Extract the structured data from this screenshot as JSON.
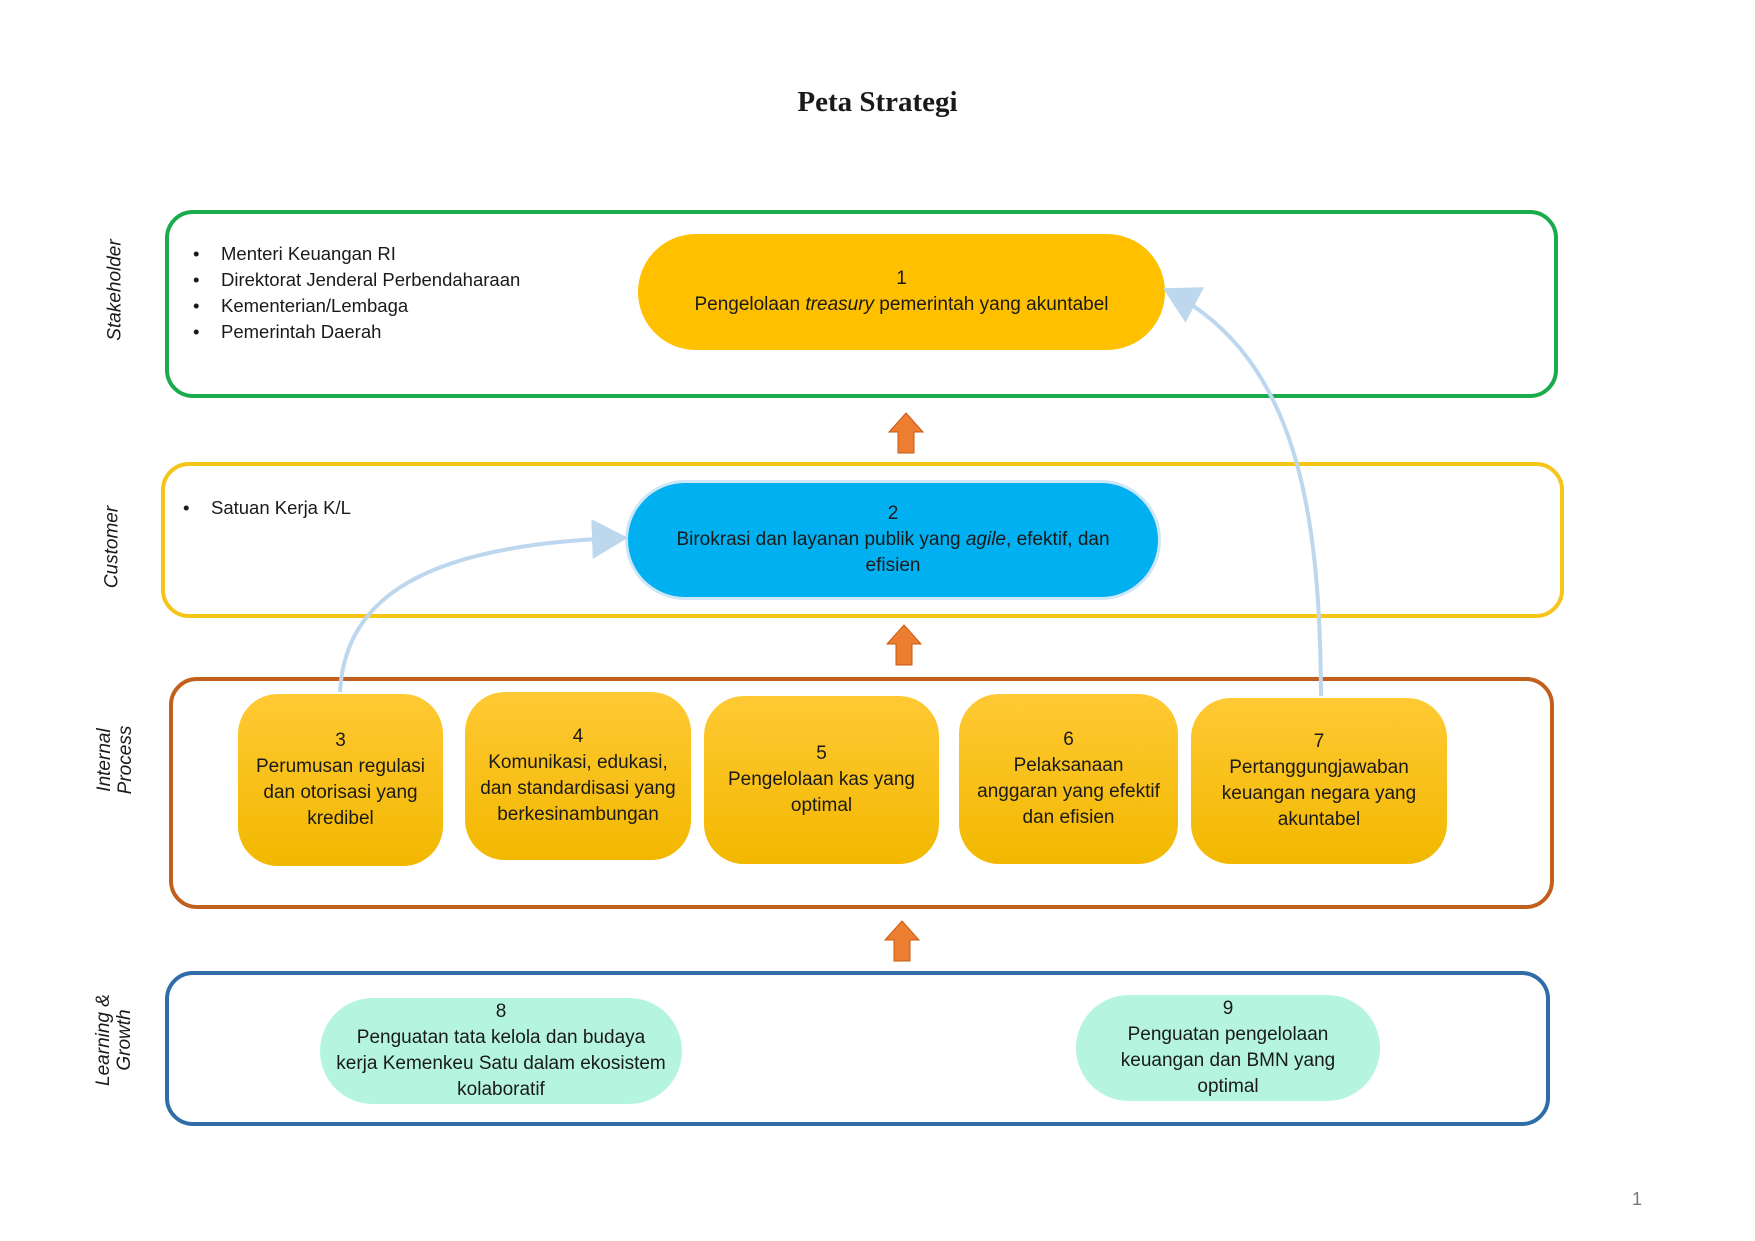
{
  "title": "Peta Strategi",
  "page_number": "1",
  "lanes": {
    "stakeholder": {
      "label": "Stakeholder",
      "color": "#1aab4c",
      "bullets": [
        "Menteri Keuangan RI",
        "Direktorat Jenderal Perbendaharaan",
        "Kementerian/Lembaga",
        "Pemerintah Daerah"
      ]
    },
    "customer": {
      "label": "Customer",
      "color": "#f5c518",
      "bullets": [
        "Satuan Kerja K/L"
      ]
    },
    "internal": {
      "label_line1": "Internal",
      "label_line2": "Process",
      "color": "#c0601c"
    },
    "learning": {
      "label_line1": "Learning &",
      "label_line2": "Growth",
      "color": "#2f6ca8"
    }
  },
  "objectives": {
    "o1": {
      "num": "1",
      "pre": "Pengelolaan ",
      "em": "treasury",
      "post": " pemerintah yang akuntabel"
    },
    "o2": {
      "num": "2",
      "pre": "Birokrasi dan layanan publik yang ",
      "em": "agile",
      "post": ", efektif, dan efisien"
    },
    "o3": {
      "num": "3",
      "text": "Perumusan regulasi dan otorisasi yang kredibel"
    },
    "o4": {
      "num": "4",
      "text": "Komunikasi, edukasi, dan standardisasi yang berkesinambungan"
    },
    "o5": {
      "num": "5",
      "text": "Pengelolaan kas yang optimal"
    },
    "o6": {
      "num": "6",
      "text": "Pelaksanaan anggaran yang efektif dan efisien"
    },
    "o7": {
      "num": "7",
      "text": "Pertanggungjawaban keuangan negara yang akuntabel"
    },
    "o8": {
      "num": "8",
      "text": "Penguatan tata kelola dan budaya kerja Kemenkeu Satu dalam ekosistem kolaboratif"
    },
    "o9": {
      "num": "9",
      "text": "Penguatan pengelolaan keuangan dan BMN yang optimal"
    }
  },
  "colors": {
    "gold": "#ffc000",
    "cyan": "#00b0f0",
    "mint": "#b5f5e0",
    "up_arrow": "#ed7d31",
    "link_arrow": "#bdd7ee"
  }
}
